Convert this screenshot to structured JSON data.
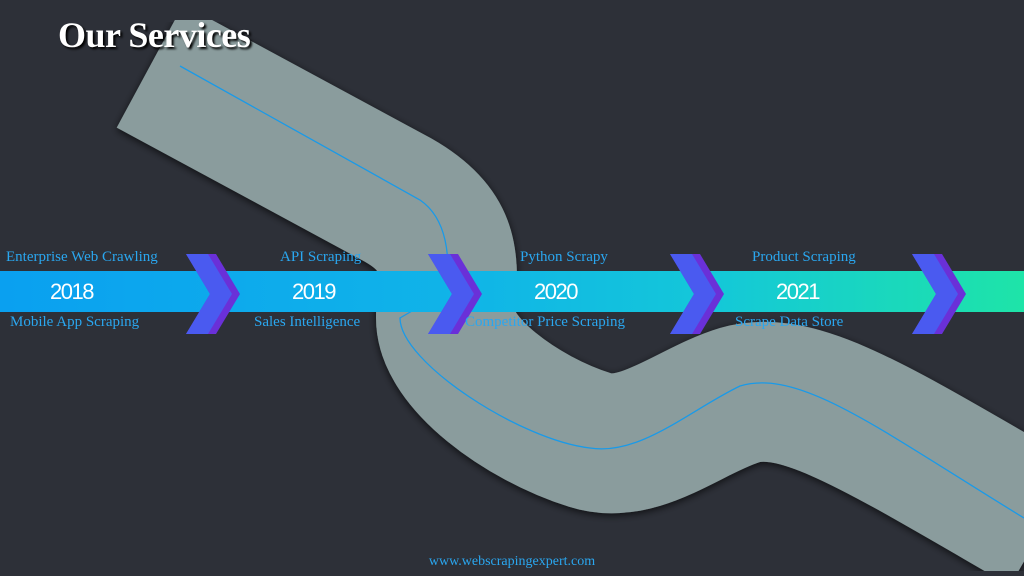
{
  "title": "Our Services",
  "colors": {
    "background": "#2d3038",
    "road": "#8a9c9d",
    "band_start": "#0aa0f0",
    "band_end": "#1ee4a8",
    "label": "#2aa7f0",
    "chevron_front": "#4a5af0",
    "chevron_side": "#6a30d8"
  },
  "timeline": [
    {
      "year": "2018",
      "service_top": "Enterprise Web Crawling",
      "service_bottom": "Mobile App Scraping"
    },
    {
      "year": "2019",
      "service_top": "API Scraping",
      "service_bottom": "Sales Intelligence"
    },
    {
      "year": "2020",
      "service_top": "Python Scrapy",
      "service_bottom": "Competitor Price Scraping"
    },
    {
      "year": "2021",
      "service_top": "Product Scraping",
      "service_bottom": "Scrape Data Store"
    }
  ],
  "footer": "www.webscrapingexpert.com"
}
